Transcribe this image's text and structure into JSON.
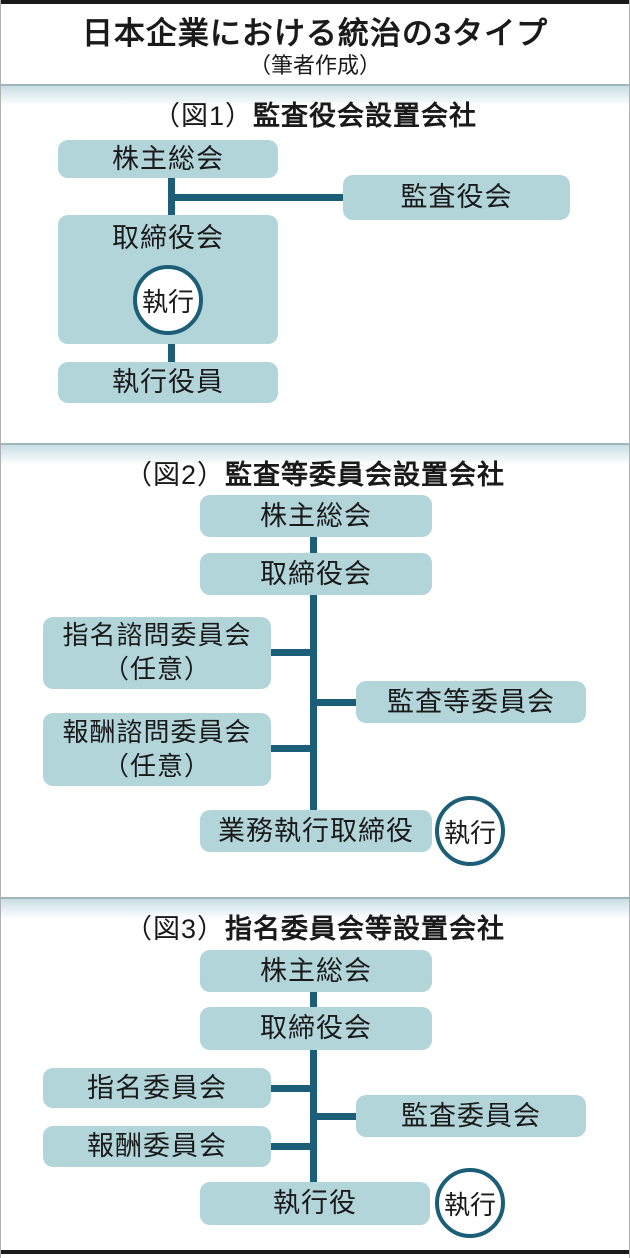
{
  "title": "日本企業における統治の3タイプ",
  "subtitle": "（筆者作成）",
  "colors": {
    "box_fill": "#b2d5da",
    "line": "#1c5e77",
    "band_start": "#c8dee4",
    "band_edge": "#9fb6bd",
    "frame": "#1a1a1a"
  },
  "sections": [
    {
      "tag": "（図1）",
      "name": "監査役会設置会社",
      "boxes": {
        "shareholders_meeting": "株主総会",
        "audit_board": "監査役会",
        "board_of_directors": "取締役会",
        "executive_officers": "執行役員"
      },
      "exec_circle": "執行"
    },
    {
      "tag": "（図2）",
      "name": "監査等委員会設置会社",
      "boxes": {
        "shareholders_meeting": "株主総会",
        "board_of_directors": "取締役会",
        "nomination_advisory_line1": "指名諮問委員会",
        "nomination_advisory_line2": "（任意）",
        "compensation_advisory_line1": "報酬諮問委員会",
        "compensation_advisory_line2": "（任意）",
        "audit_supervisory_committee": "監査等委員会",
        "executive_directors": "業務執行取締役"
      },
      "exec_circle": "執行"
    },
    {
      "tag": "（図3）",
      "name": "指名委員会等設置会社",
      "boxes": {
        "shareholders_meeting": "株主総会",
        "board_of_directors": "取締役会",
        "nomination_committee": "指名委員会",
        "compensation_committee": "報酬委員会",
        "audit_committee": "監査委員会",
        "executive_officer": "執行役"
      },
      "exec_circle": "執行"
    }
  ]
}
